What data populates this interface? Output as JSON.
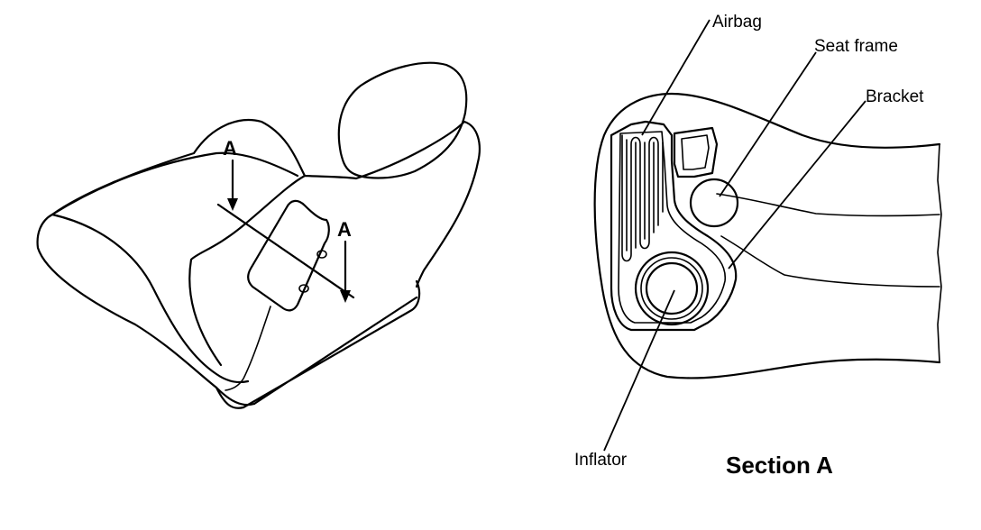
{
  "left_figure": {
    "section_mark_1": "A",
    "section_mark_2": "A"
  },
  "right_figure": {
    "labels": {
      "airbag": "Airbag",
      "seat_frame": "Seat frame",
      "bracket": "Bracket",
      "inflator": "Inflator"
    },
    "caption": "Section A"
  }
}
